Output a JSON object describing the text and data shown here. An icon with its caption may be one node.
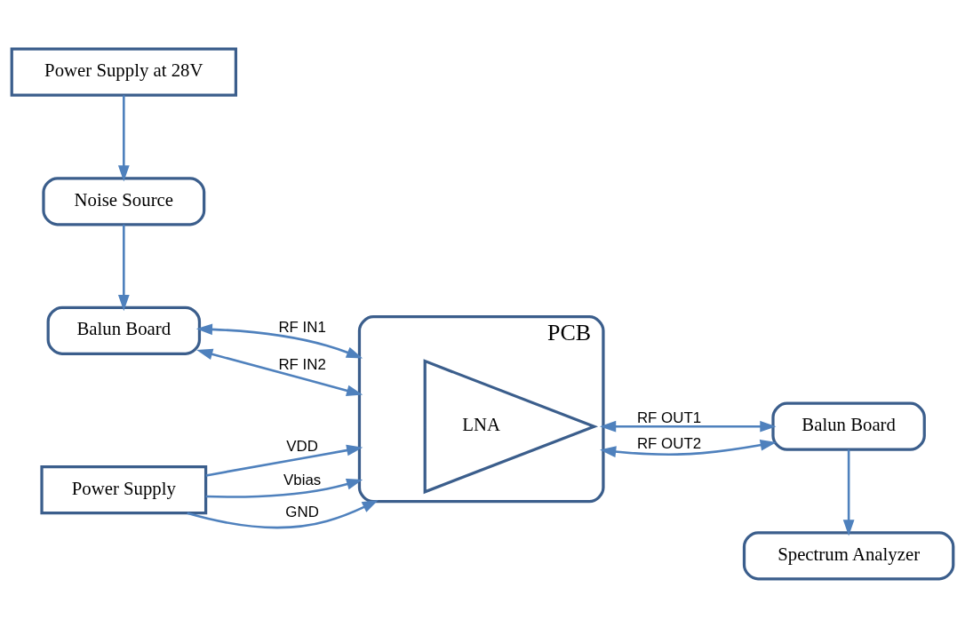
{
  "diagram": {
    "nodes": [
      {
        "text": [
          "Power Supply at 28V"
        ]
      },
      {
        "text": [
          "Noise Source"
        ]
      },
      {
        "text": [
          "Balun Board"
        ]
      },
      {
        "text": [
          "PCB"
        ]
      },
      {
        "text": [
          "LNA"
        ],
        "in": 3
      },
      {
        "text": [
          "Balun Board"
        ]
      },
      {
        "text": [
          "Spectrum Analyzer"
        ]
      },
      {
        "text": [
          "Power Supply"
        ]
      }
    ],
    "edges": [
      {
        "from": 0,
        "to": 1,
        "arrow": "to"
      },
      {
        "from": 1,
        "to": 2,
        "arrow": "to"
      },
      {
        "from": 2,
        "to": 3,
        "arrow": "both",
        "label": "RF IN1"
      },
      {
        "from": 2,
        "to": 3,
        "arrow": "both",
        "label": "RF IN2"
      },
      {
        "from": 3,
        "to": 5,
        "arrow": "both",
        "label": "RF OUT1"
      },
      {
        "from": 3,
        "to": 5,
        "arrow": "both",
        "label": "RF OUT2"
      },
      {
        "from": 5,
        "to": 6,
        "arrow": "to"
      },
      {
        "from": 7,
        "to": 3,
        "arrow": "to",
        "label": "VDD"
      },
      {
        "from": 7,
        "to": 3,
        "arrow": "to",
        "label": "Vbias"
      },
      {
        "from": 7,
        "to": 3,
        "arrow": "to",
        "label": "GND"
      }
    ]
  }
}
